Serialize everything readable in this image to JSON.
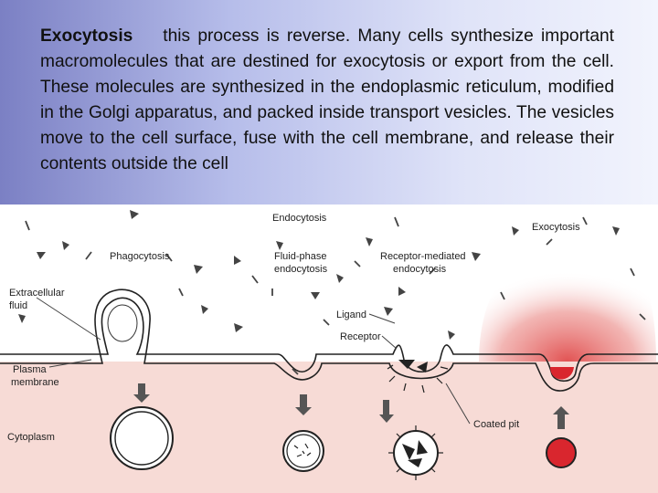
{
  "paragraph": {
    "term": "Exocytosis",
    "body": "this process is reverse. Many cells synthesize important macromolecules that are destined for exocytosis or export from the cell. These molecules are synthesized in the endoplasmic reticulum, modified in the Golgi apparatus, and packed inside transport vesicles. The vesicles move to the cell surface, fuse with the cell membrane, and release their contents outside the cell"
  },
  "labels": {
    "endocytosis": "Endocytosis",
    "exocytosis": "Exocytosis",
    "phagocytosis": "Phagocytosis",
    "fluid_phase_1": "Fluid-phase",
    "fluid_phase_2": "endocytosis",
    "receptor_mediated_1": "Receptor-mediated",
    "receptor_mediated_2": "endocytosis",
    "extracellular_1": "Extracellular",
    "extracellular_2": "fluid",
    "ligand": "Ligand",
    "receptor": "Receptor",
    "plasma_1": "Plasma",
    "plasma_2": "membrane",
    "cytoplasm": "Cytoplasm",
    "coated_pit": "Coated pit"
  },
  "colors": {
    "cytoplasm": "#f7dbd6",
    "exocytosis_glow": "#e35a5a",
    "vesicle_red": "#d9262e"
  }
}
